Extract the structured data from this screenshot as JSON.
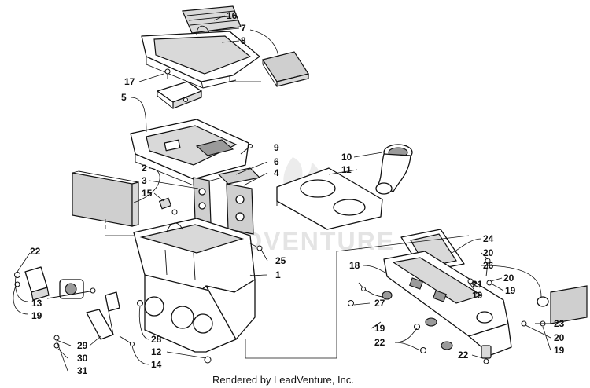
{
  "callouts": [
    {
      "id": "c16a",
      "label": "16"
    },
    {
      "id": "c7a",
      "label": "7"
    },
    {
      "id": "c8",
      "label": "8"
    },
    {
      "id": "c17",
      "label": "17"
    },
    {
      "id": "c5",
      "label": "5"
    },
    {
      "id": "c9",
      "label": "9"
    },
    {
      "id": "c6",
      "label": "6"
    },
    {
      "id": "c4",
      "label": "4"
    },
    {
      "id": "c2",
      "label": "2"
    },
    {
      "id": "c3",
      "label": "3"
    },
    {
      "id": "c15",
      "label": "15"
    },
    {
      "id": "c10",
      "label": "10"
    },
    {
      "id": "c11",
      "label": "11"
    },
    {
      "id": "c24",
      "label": "24"
    },
    {
      "id": "c20a",
      "label": "20"
    },
    {
      "id": "c26",
      "label": "26"
    },
    {
      "id": "c18",
      "label": "18"
    },
    {
      "id": "c21",
      "label": "21"
    },
    {
      "id": "c20b",
      "label": "20"
    },
    {
      "id": "c19a",
      "label": "19"
    },
    {
      "id": "c19b",
      "label": "19"
    },
    {
      "id": "c25",
      "label": "25"
    },
    {
      "id": "c1",
      "label": "1"
    },
    {
      "id": "c22a",
      "label": "22"
    },
    {
      "id": "c13",
      "label": "13"
    },
    {
      "id": "c19c",
      "label": "19"
    },
    {
      "id": "c27",
      "label": "27"
    },
    {
      "id": "c19d",
      "label": "19"
    },
    {
      "id": "c22b",
      "label": "22"
    },
    {
      "id": "c23",
      "label": "23"
    },
    {
      "id": "c20c",
      "label": "20"
    },
    {
      "id": "c19e",
      "label": "19"
    },
    {
      "id": "c28",
      "label": "28"
    },
    {
      "id": "c29",
      "label": "29"
    },
    {
      "id": "c30",
      "label": "30"
    },
    {
      "id": "c31",
      "label": "31"
    },
    {
      "id": "c12",
      "label": "12"
    },
    {
      "id": "c14",
      "label": "14"
    },
    {
      "id": "c22c",
      "label": "22"
    }
  ],
  "watermark": "LEADVENTURE",
  "footer": "Rendered by LeadVenture, Inc."
}
